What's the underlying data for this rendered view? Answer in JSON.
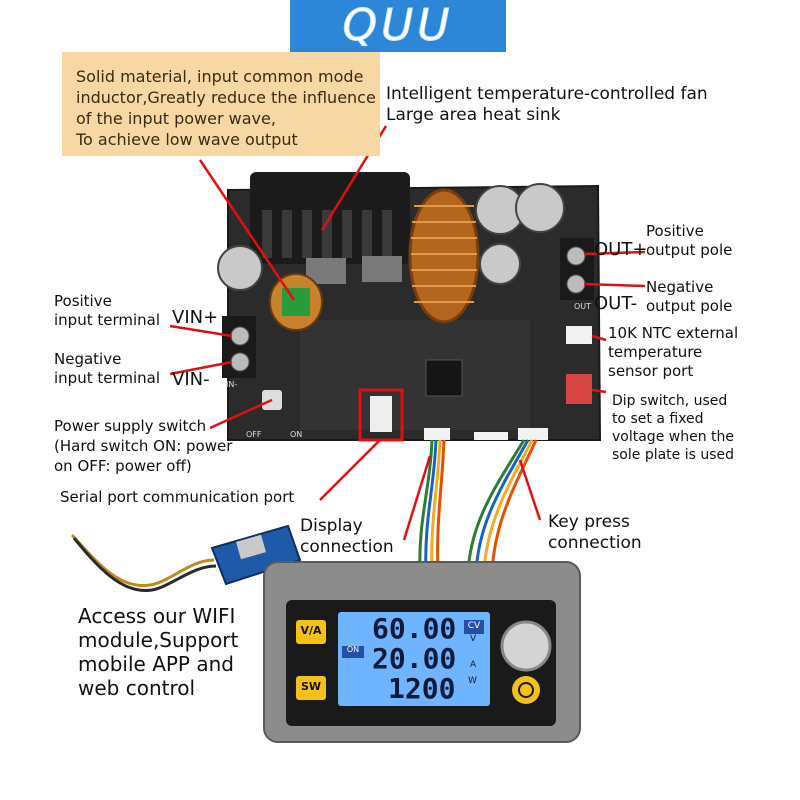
{
  "brand": {
    "logo_text": "QUU"
  },
  "callout": {
    "line1": "Solid material, input common mode",
    "line2": "inductor,Greatly reduce the influence",
    "line3": "of the input power wave,",
    "line4": "To achieve low wave output"
  },
  "fan_label": {
    "line1": "Intelligent temperature-controlled fan",
    "line2": "Large area heat sink"
  },
  "output": {
    "pos_terminal": "OUT+",
    "pos_desc_line1": "Positive",
    "pos_desc_line2": "output pole",
    "neg_terminal": "OUT-",
    "neg_desc_line1": "Negative",
    "neg_desc_line2": "output pole"
  },
  "input": {
    "pos_desc_line1": "Positive",
    "pos_desc_line2": "input terminal",
    "pos_terminal": "VIN+",
    "neg_desc_line1": "Negative",
    "neg_desc_line2": "input terminal",
    "neg_terminal": "VIN-"
  },
  "ntc": {
    "line1": "10K NTC external",
    "line2": "temperature",
    "line3": "sensor port"
  },
  "dip": {
    "line1": "Dip switch, used",
    "line2": "to set a fixed",
    "line3": "voltage when the",
    "line4": "sole plate is used"
  },
  "power_switch": {
    "line1": "Power supply switch",
    "line2": "(Hard switch ON: power",
    "line3": "on OFF: power off)"
  },
  "serial_port": "Serial port communication port",
  "display_conn": {
    "line1": "Display",
    "line2": "connection"
  },
  "key_conn": {
    "line1": "Key press",
    "line2": "connection"
  },
  "wifi": {
    "line1": "Access our WIFI",
    "line2": "module,Support",
    "line3": "mobile APP and",
    "line4": "web control"
  },
  "panel": {
    "btn_va": "V/A",
    "btn_sw": "SW",
    "voltage": "60.00",
    "current": "20.00",
    "power": "1200",
    "mode": "CV",
    "unit_v": "V",
    "unit_a": "A",
    "unit_w": "W",
    "on_indicator": "ON"
  },
  "board_silkscreen": {
    "off": "OFF",
    "on": "ON",
    "in_minus": "IN-",
    "out": "OUT"
  }
}
